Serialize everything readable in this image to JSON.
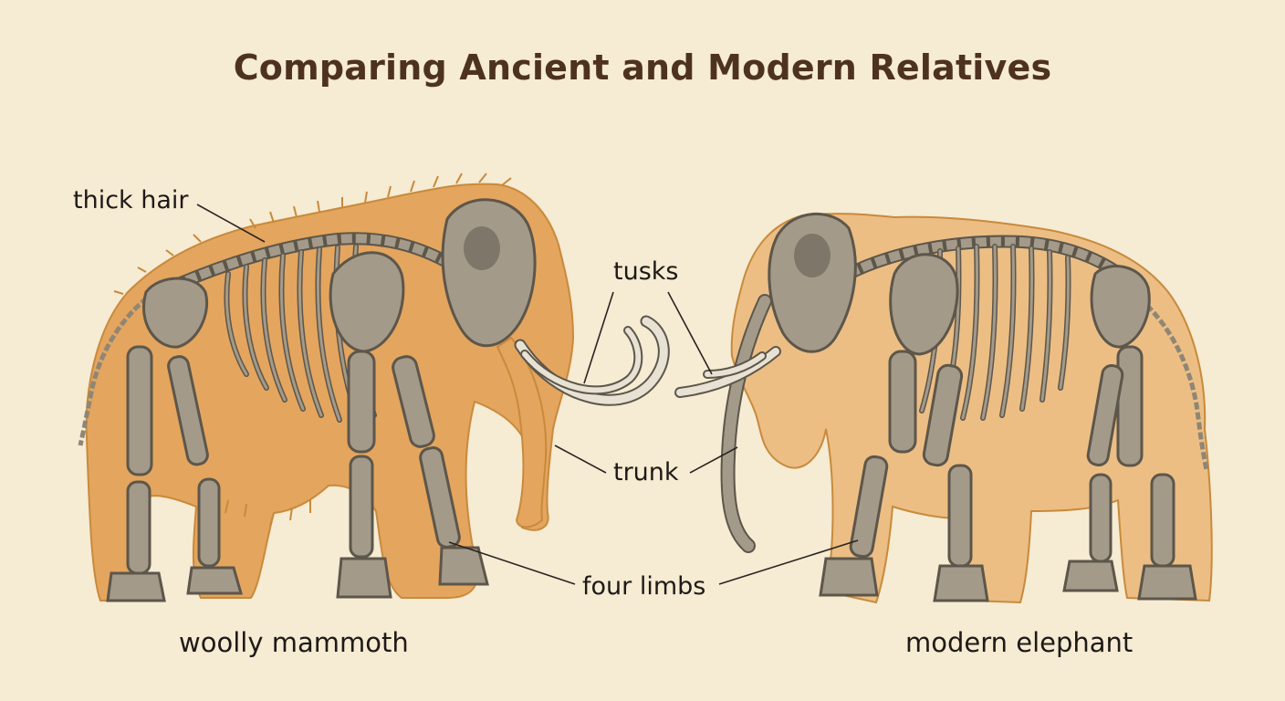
{
  "title": "Comparing Ancient and Modern Relatives",
  "labels": {
    "thick_hair": "thick hair",
    "tusks": "tusks",
    "trunk": "trunk",
    "four_limbs": "four limbs"
  },
  "captions": {
    "mammoth": "woolly mammoth",
    "elephant": "modern elephant"
  },
  "colors": {
    "background": "#f6ebd3",
    "mammoth_body": "#e4a55e",
    "mammoth_outline": "#c88a3c",
    "elephant_body": "#eab676",
    "bone": "#a39a8a",
    "bone_outline": "#5d564a",
    "tusk": "#e8e2d4",
    "title": "#4e3220"
  }
}
